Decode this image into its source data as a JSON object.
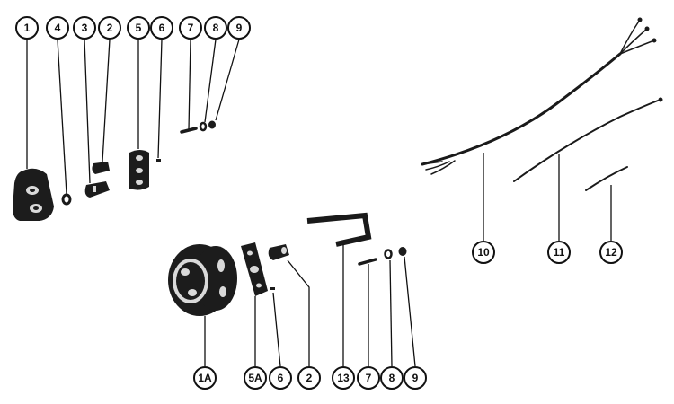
{
  "diagram": {
    "callouts": [
      {
        "id": "c1",
        "label": "1"
      },
      {
        "id": "c4",
        "label": "4"
      },
      {
        "id": "c3",
        "label": "3"
      },
      {
        "id": "c2a",
        "label": "2"
      },
      {
        "id": "c5",
        "label": "5"
      },
      {
        "id": "c6a",
        "label": "6"
      },
      {
        "id": "c7a",
        "label": "7"
      },
      {
        "id": "c8a",
        "label": "8"
      },
      {
        "id": "c9a",
        "label": "9"
      },
      {
        "id": "c10",
        "label": "10"
      },
      {
        "id": "c11",
        "label": "11"
      },
      {
        "id": "c12",
        "label": "12"
      },
      {
        "id": "c1A",
        "label": "1A"
      },
      {
        "id": "c5A",
        "label": "5A"
      },
      {
        "id": "c6b",
        "label": "6"
      },
      {
        "id": "c2b",
        "label": "2"
      },
      {
        "id": "c13",
        "label": "13"
      },
      {
        "id": "c7b",
        "label": "7"
      },
      {
        "id": "c8b",
        "label": "8"
      },
      {
        "id": "c9b",
        "label": "9"
      }
    ]
  }
}
